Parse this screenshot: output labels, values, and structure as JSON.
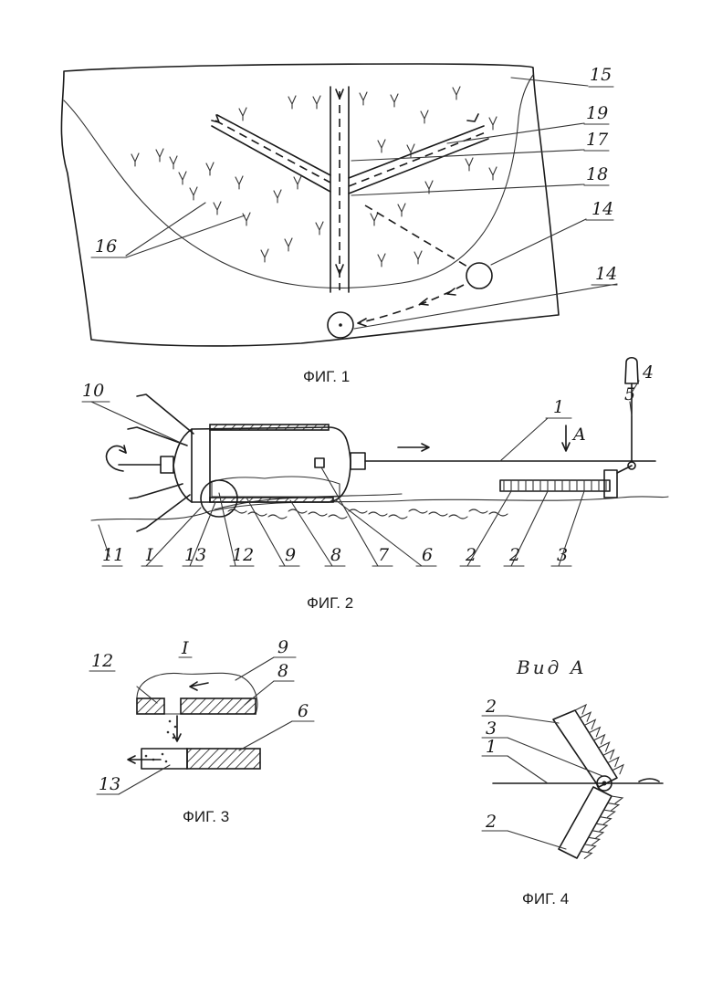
{
  "figures": {
    "fig1": {
      "caption": "ФИГ. 1",
      "labels": {
        "l15": "15",
        "l19": "19",
        "l17": "17",
        "l18": "18",
        "l14a": "14",
        "l16": "16",
        "l14b": "14"
      }
    },
    "fig2": {
      "caption": "ФИГ. 2",
      "labels": {
        "l10": "10",
        "l4": "4",
        "l5": "5",
        "l1": "1",
        "lA": "A",
        "l11": "11",
        "lI": "I",
        "l13": "13",
        "l12": "12",
        "l9": "9",
        "l8": "8",
        "l7": "7",
        "l6": "6",
        "l2a": "2",
        "l2b": "2",
        "l3": "3"
      }
    },
    "fig3": {
      "caption": "ФИГ. 3",
      "labels": {
        "lI": "I",
        "l9": "9",
        "l12": "12",
        "l8": "8",
        "l6": "6",
        "l13": "13"
      }
    },
    "fig4": {
      "caption": "ФИГ. 4",
      "view_title": "Вид А",
      "labels": {
        "l2a": "2",
        "l3": "3",
        "l1": "1",
        "l2b": "2"
      }
    }
  },
  "colors": {
    "ink": "#1a1a1a",
    "paper": "#ffffff"
  }
}
